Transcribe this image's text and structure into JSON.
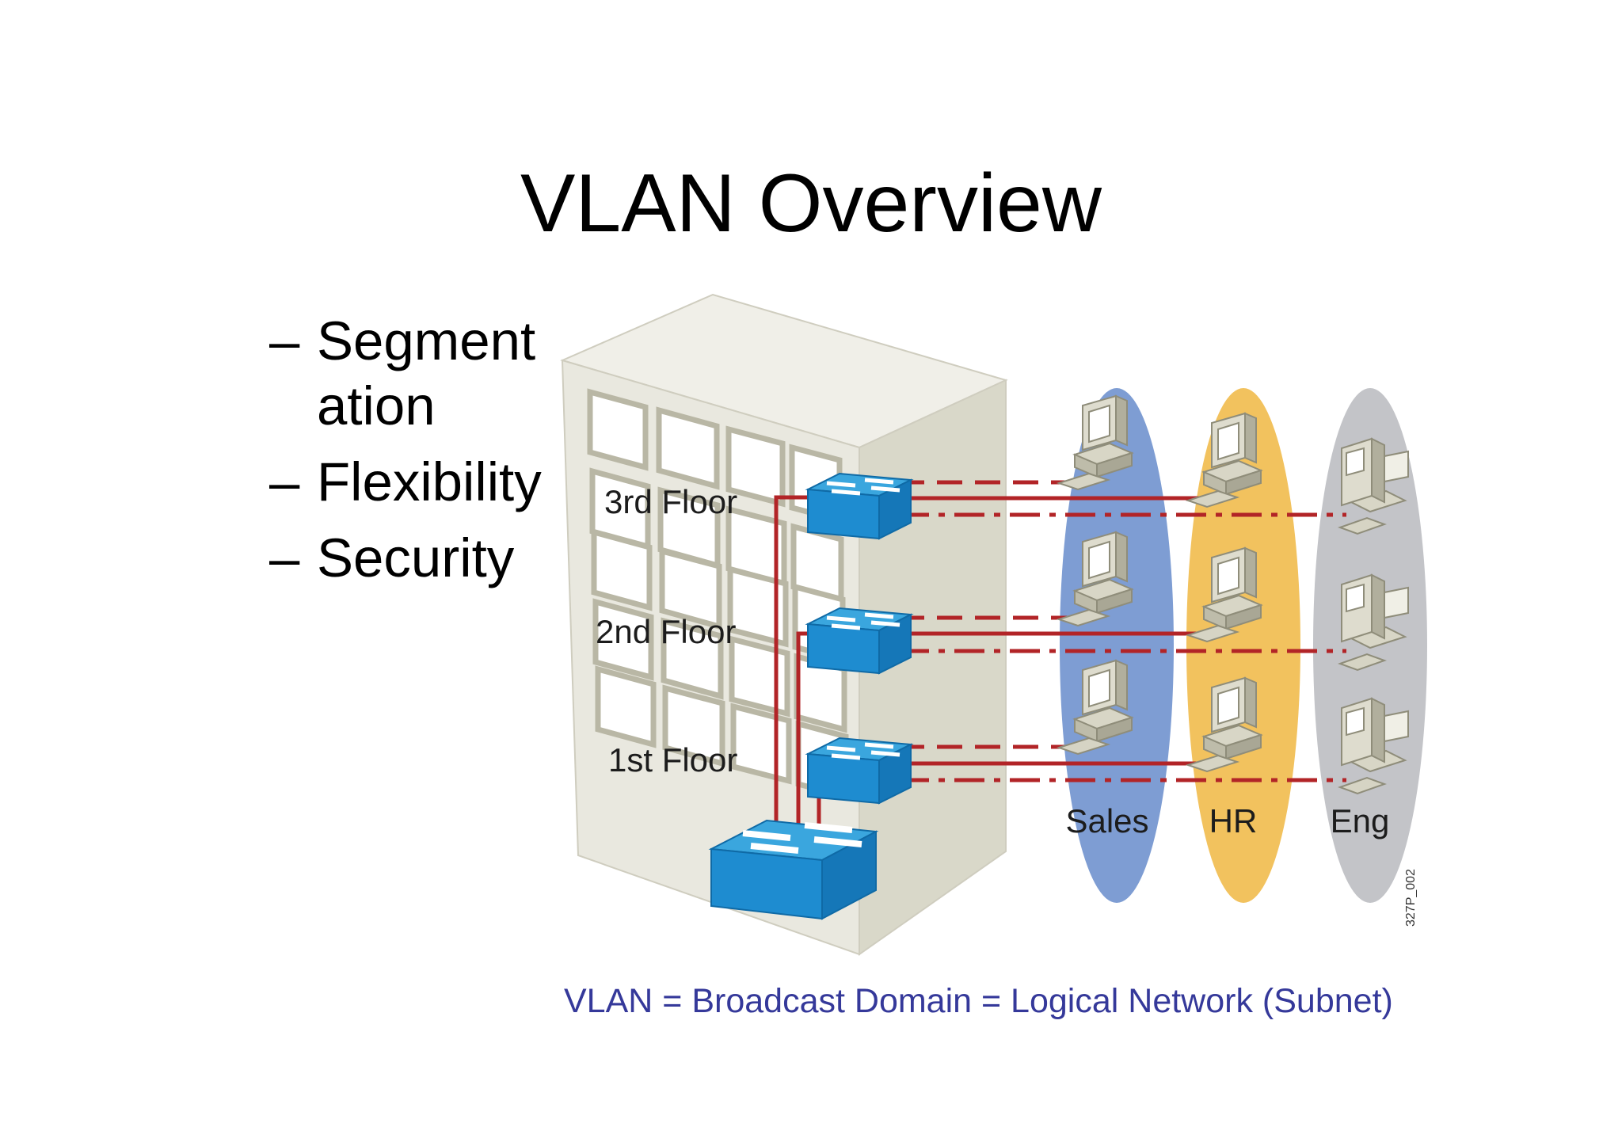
{
  "title": "VLAN Overview",
  "bullets": [
    {
      "dash": "–",
      "lines": [
        "Segment",
        "ation"
      ]
    },
    {
      "dash": "–",
      "lines": [
        "Flexibility"
      ]
    },
    {
      "dash": "–",
      "lines": [
        "Security"
      ]
    }
  ],
  "floors": [
    "3rd Floor",
    "2nd Floor",
    "1st Floor"
  ],
  "groups": [
    {
      "label": "Sales",
      "color": "#7e9dd3"
    },
    {
      "label": "HR",
      "color": "#f2c25e"
    },
    {
      "label": "Eng",
      "color": "#c3c4c8"
    }
  ],
  "figure_id": "327P_002",
  "caption": "VLAN = Broadcast Domain = Logical Network (Subnet)",
  "colors": {
    "link": "#b22427",
    "switch_top": "#3aa6de",
    "switch_front": "#1e8cd0",
    "building_front": "#e9e8df",
    "caption": "#35399a"
  }
}
